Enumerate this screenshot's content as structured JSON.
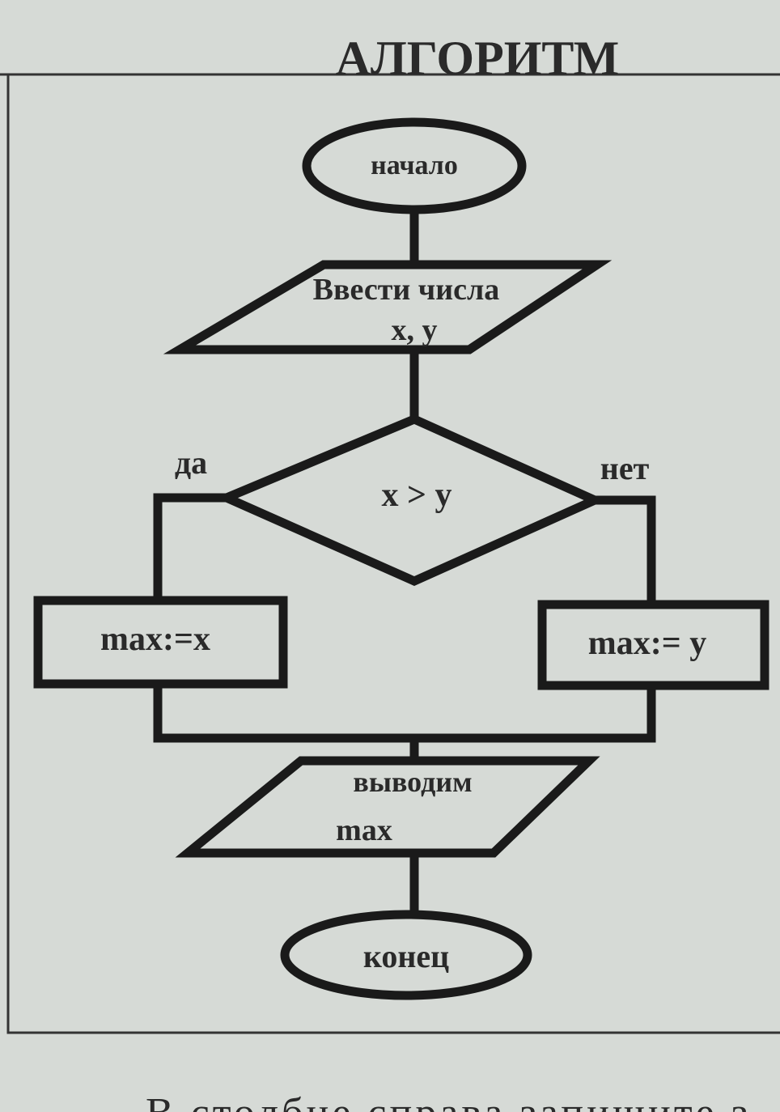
{
  "title": "АЛГОРИТМ",
  "flowchart": {
    "start": "начало",
    "input_line1": "Ввести числа",
    "input_line2": "x, y",
    "condition": "x > y",
    "yes_label": "да",
    "no_label": "нет",
    "yes_action": "max:=x",
    "no_action": "max:= y",
    "output_line1": "выводим",
    "output_line2": "max",
    "end": "конец"
  },
  "footer_text": "В столбце справа запишите з"
}
